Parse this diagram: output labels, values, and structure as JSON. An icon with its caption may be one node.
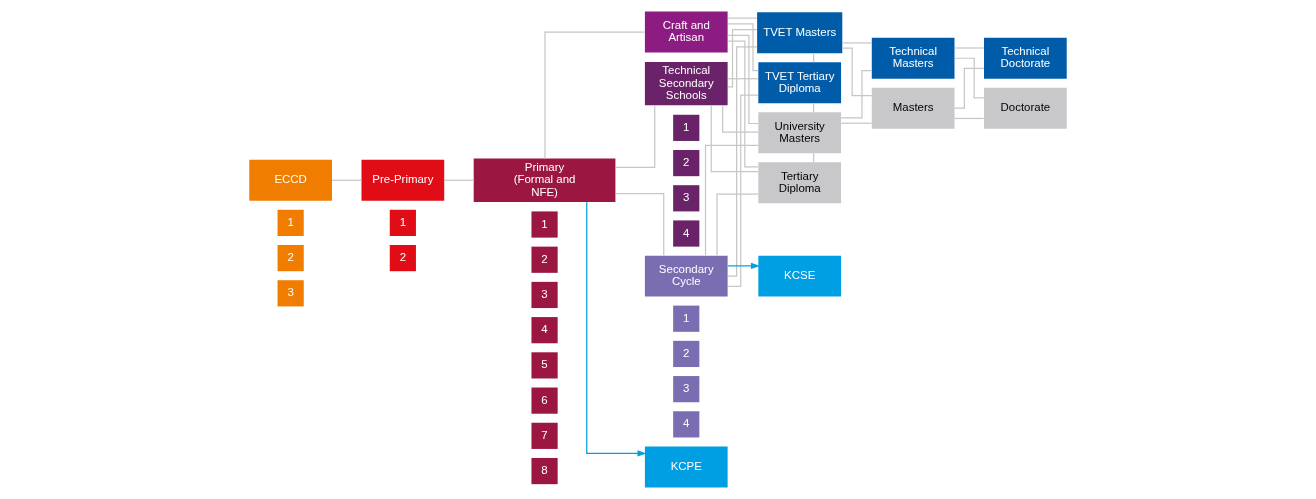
{
  "diagram": {
    "nodes": [
      {
        "text": [
          "ECCD"
        ]
      },
      {
        "text": [
          "1"
        ]
      },
      {
        "text": [
          "2"
        ]
      },
      {
        "text": [
          "3"
        ]
      },
      {
        "text": [
          "Pre-Primary"
        ]
      },
      {
        "text": [
          "1"
        ]
      },
      {
        "text": [
          "2"
        ]
      },
      {
        "text": [
          "Primary (Formal and NFE)"
        ]
      },
      {
        "text": [
          "1"
        ]
      },
      {
        "text": [
          "2"
        ]
      },
      {
        "text": [
          "3"
        ]
      },
      {
        "text": [
          "4"
        ]
      },
      {
        "text": [
          "5"
        ]
      },
      {
        "text": [
          "6"
        ]
      },
      {
        "text": [
          "7"
        ]
      },
      {
        "text": [
          "8"
        ]
      },
      {
        "text": [
          "Craft and Artisan"
        ]
      },
      {
        "text": [
          "Technical Secondary Schools"
        ]
      },
      {
        "text": [
          "1"
        ]
      },
      {
        "text": [
          "2"
        ]
      },
      {
        "text": [
          "3"
        ]
      },
      {
        "text": [
          "4"
        ]
      },
      {
        "text": [
          "Secondary Cycle"
        ]
      },
      {
        "text": [
          "1"
        ]
      },
      {
        "text": [
          "2"
        ]
      },
      {
        "text": [
          "3"
        ]
      },
      {
        "text": [
          "4"
        ]
      },
      {
        "text": [
          "TVET Masters"
        ]
      },
      {
        "text": [
          "TVET Tertiary Diploma"
        ]
      },
      {
        "text": [
          "University Masters"
        ]
      },
      {
        "text": [
          "Tertiary Diploma"
        ]
      },
      {
        "text": [
          "Technical Masters"
        ]
      },
      {
        "text": [
          "Masters"
        ]
      },
      {
        "text": [
          "Technical Doctorate"
        ]
      },
      {
        "text": [
          "Doctorate"
        ]
      },
      {
        "text": [
          "KCPE"
        ]
      },
      {
        "text": [
          "KCSE"
        ]
      }
    ],
    "edges": [
      {
        "from": 0,
        "to": 4,
        "arrow": "none"
      },
      {
        "from": 4,
        "to": 7,
        "arrow": "none"
      },
      {
        "from": 7,
        "to": 16,
        "arrow": "none"
      },
      {
        "from": 7,
        "to": 17,
        "arrow": "none"
      },
      {
        "from": 7,
        "to": 22,
        "arrow": "none"
      },
      {
        "from": 7,
        "to": 35,
        "arrow": "to",
        "color": "#009fe3"
      },
      {
        "from": 22,
        "to": 36,
        "arrow": "to",
        "color": "#009fe3"
      },
      {
        "from": 16,
        "to": 27,
        "arrow": "none"
      },
      {
        "from": 16,
        "to": 28,
        "arrow": "none"
      },
      {
        "from": 16,
        "to": 29,
        "arrow": "none"
      },
      {
        "from": 16,
        "to": 30,
        "arrow": "none"
      },
      {
        "from": 17,
        "to": 27,
        "arrow": "none"
      },
      {
        "from": 17,
        "to": 28,
        "arrow": "none"
      },
      {
        "from": 17,
        "to": 29,
        "arrow": "none"
      },
      {
        "from": 17,
        "to": 30,
        "arrow": "none"
      },
      {
        "from": 22,
        "to": 27,
        "arrow": "none"
      },
      {
        "from": 22,
        "to": 28,
        "arrow": "none"
      },
      {
        "from": 22,
        "to": 29,
        "arrow": "none"
      },
      {
        "from": 22,
        "to": 30,
        "arrow": "none"
      },
      {
        "from": 27,
        "to": 28,
        "arrow": "none"
      },
      {
        "from": 28,
        "to": 29,
        "arrow": "none"
      },
      {
        "from": 29,
        "to": 30,
        "arrow": "none"
      },
      {
        "from": 27,
        "to": 31,
        "arrow": "none"
      },
      {
        "from": 27,
        "to": 32,
        "arrow": "none"
      },
      {
        "from": 29,
        "to": 31,
        "arrow": "none"
      },
      {
        "from": 29,
        "to": 32,
        "arrow": "none"
      },
      {
        "from": 31,
        "to": 33,
        "arrow": "none"
      },
      {
        "from": 31,
        "to": 34,
        "arrow": "none"
      },
      {
        "from": 32,
        "to": 33,
        "arrow": "none"
      },
      {
        "from": 32,
        "to": 34,
        "arrow": "none"
      }
    ]
  }
}
